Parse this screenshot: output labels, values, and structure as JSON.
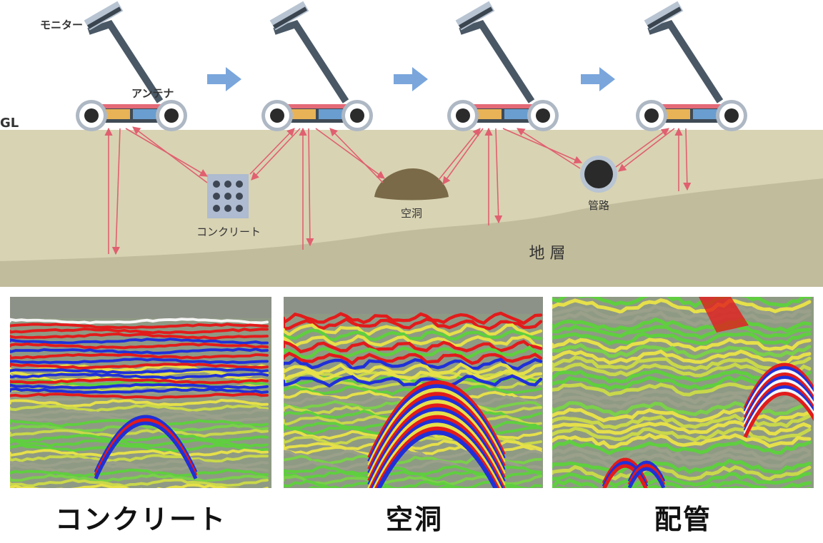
{
  "labels": {
    "monitor": "モニター",
    "antenna": "アンテナ",
    "ground_level": "GL",
    "concrete": "コンクリート",
    "cavity": "空洞",
    "pipe": "管路",
    "stratum": "地 層"
  },
  "captions": {
    "concrete": "コンクリート",
    "cavity": "空洞",
    "pipe": "配管"
  },
  "colors": {
    "ground": "#d8d3b3",
    "deep_layer": "#c1bc9c",
    "wave_arrow": "#e06070",
    "flow_arrow": "#7aa6dc",
    "pipe": "#2a2a2a",
    "cavity_mound": "#7a6a48",
    "cart_handle": "#4a5866",
    "antenna_left": "#e8b256",
    "antenna_right": "#6a9ed0"
  },
  "icons": [
    "gpr-cart-icon",
    "next-arrow-icon",
    "concrete-block-icon",
    "cavity-mound-icon",
    "pipe-icon"
  ]
}
